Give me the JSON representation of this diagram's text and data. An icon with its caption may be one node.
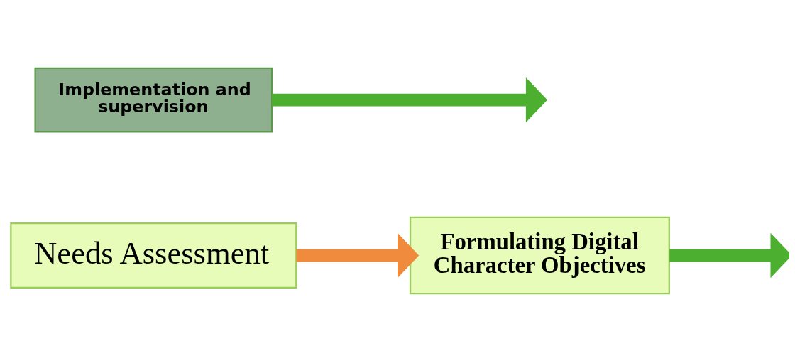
{
  "diagram": {
    "nodes": [
      {
        "text": [
          "Needs Assessment"
        ]
      },
      {
        "text": [
          "Formulating Digital Character Objectives"
        ]
      },
      {
        "text": [
          "Implementation and supervision"
        ]
      }
    ],
    "edges": [
      {
        "from": 0,
        "to": 1,
        "arrow": "to",
        "color": "#f08a3c"
      },
      {
        "from": 1,
        "to": null,
        "arrow": "to"
      },
      {
        "from": 2,
        "to": null,
        "arrow": "to"
      }
    ]
  }
}
